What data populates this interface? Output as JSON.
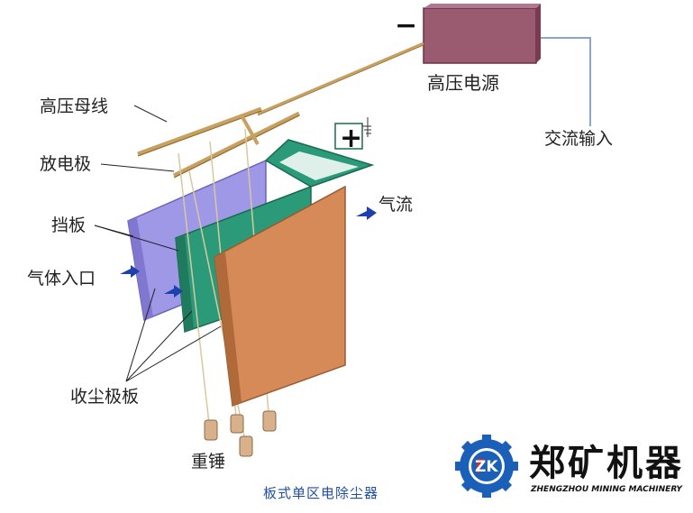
{
  "labels": {
    "power_supply": "高压电源",
    "minus_sign": "−",
    "plus_sign": "+",
    "ac_input": "交流输入",
    "hv_busbar": "高压母线",
    "discharge_electrode": "放电极",
    "baffle": "挡板",
    "gas_inlet": "气体入口",
    "airflow": "气流",
    "collecting_plates": "收尘极板",
    "weights": "重锤"
  },
  "caption": "板式单区电除尘器",
  "brand": {
    "logo_text": "ZK",
    "name_cn": "郑矿机器",
    "name_en": "ZHENGZHOU MINING MACHINERY"
  },
  "colors": {
    "power_supply": "#9a5a70",
    "back_plate": "#9e98e6",
    "middle_plate": "#2a9a78",
    "front_plate": "#d58a58",
    "busbar": "#c8a060",
    "arrow": "#1d3fb0",
    "logo_blue": "#1a5fb8",
    "logo_red": "#d42a2a",
    "caption": "#1f4fa0"
  }
}
